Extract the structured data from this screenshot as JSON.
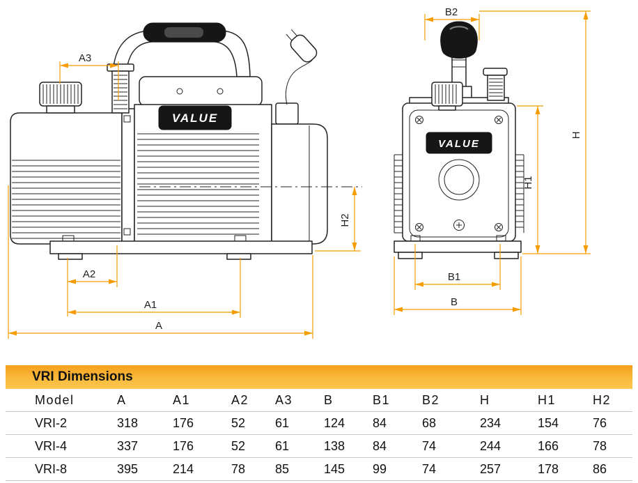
{
  "brand": {
    "logo_text": "VALUE"
  },
  "diagram": {
    "dim_labels": {
      "A": "A",
      "A1": "A1",
      "A2": "A2",
      "A3": "A3",
      "B": "B",
      "B1": "B1",
      "B2": "B2",
      "H": "H",
      "H1": "H1",
      "H2": "H2"
    },
    "colors": {
      "dimension_line": "#F59C00",
      "drawing_line": "#222222"
    }
  },
  "table": {
    "title": "VRI Dimensions",
    "columns": [
      "Model",
      "A",
      "A1",
      "A2",
      "A3",
      "B",
      "B1",
      "B2",
      "H",
      "H1",
      "H2"
    ],
    "rows": [
      [
        "VRI-2",
        "318",
        "176",
        "52",
        "61",
        "124",
        "84",
        "68",
        "234",
        "154",
        "76"
      ],
      [
        "VRI-4",
        "337",
        "176",
        "52",
        "61",
        "138",
        "84",
        "74",
        "244",
        "166",
        "78"
      ],
      [
        "VRI-8",
        "395",
        "214",
        "78",
        "85",
        "145",
        "99",
        "74",
        "257",
        "178",
        "86"
      ]
    ]
  }
}
